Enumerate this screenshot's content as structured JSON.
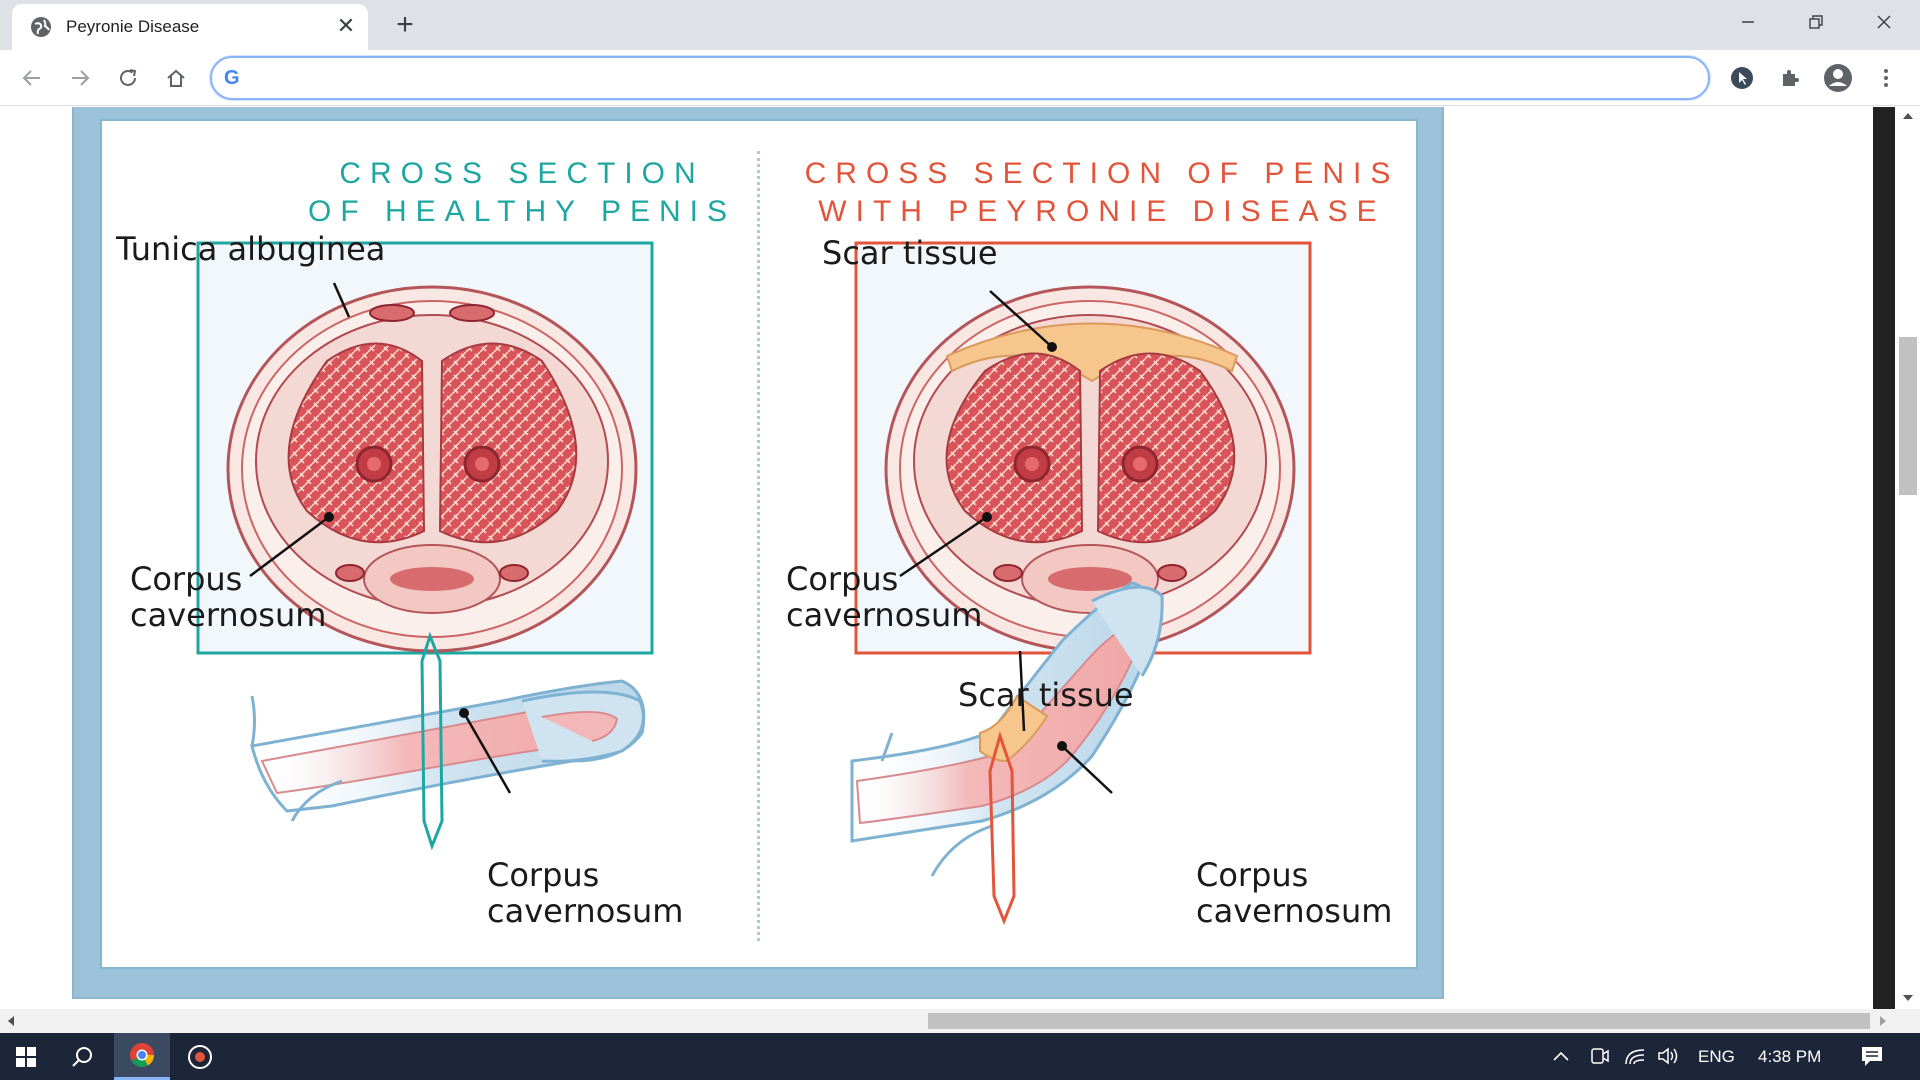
{
  "browser": {
    "tab_title": "Peyronie Disease",
    "tab_close": "✕",
    "new_tab": "+",
    "omnibox_value": "",
    "omnibox_engine": "G"
  },
  "figure": {
    "left_header": "CROSS SECTION\nOF HEALTHY PENIS",
    "right_header": "CROSS SECTION OF PENIS\nWITH PEYRONIE DISEASE",
    "labels": {
      "tunica": "Tunica albuginea",
      "corpus_left_top": "Corpus\ncavernosum",
      "scar_right_top": "Scar tissue",
      "corpus_right_top": "Corpus\ncavernosum",
      "corpus_left_bottom": "Corpus\ncavernosum",
      "scar_right_bottom": "Scar tissue",
      "corpus_right_bottom": "Corpus\ncavernosum"
    },
    "colors": {
      "healthy": "#1ea7a1",
      "disease": "#e2553a",
      "tissue": "#e0676b",
      "scar": "#f6c68c"
    }
  },
  "taskbar": {
    "language": "ENG",
    "time": "4:38 PM"
  }
}
